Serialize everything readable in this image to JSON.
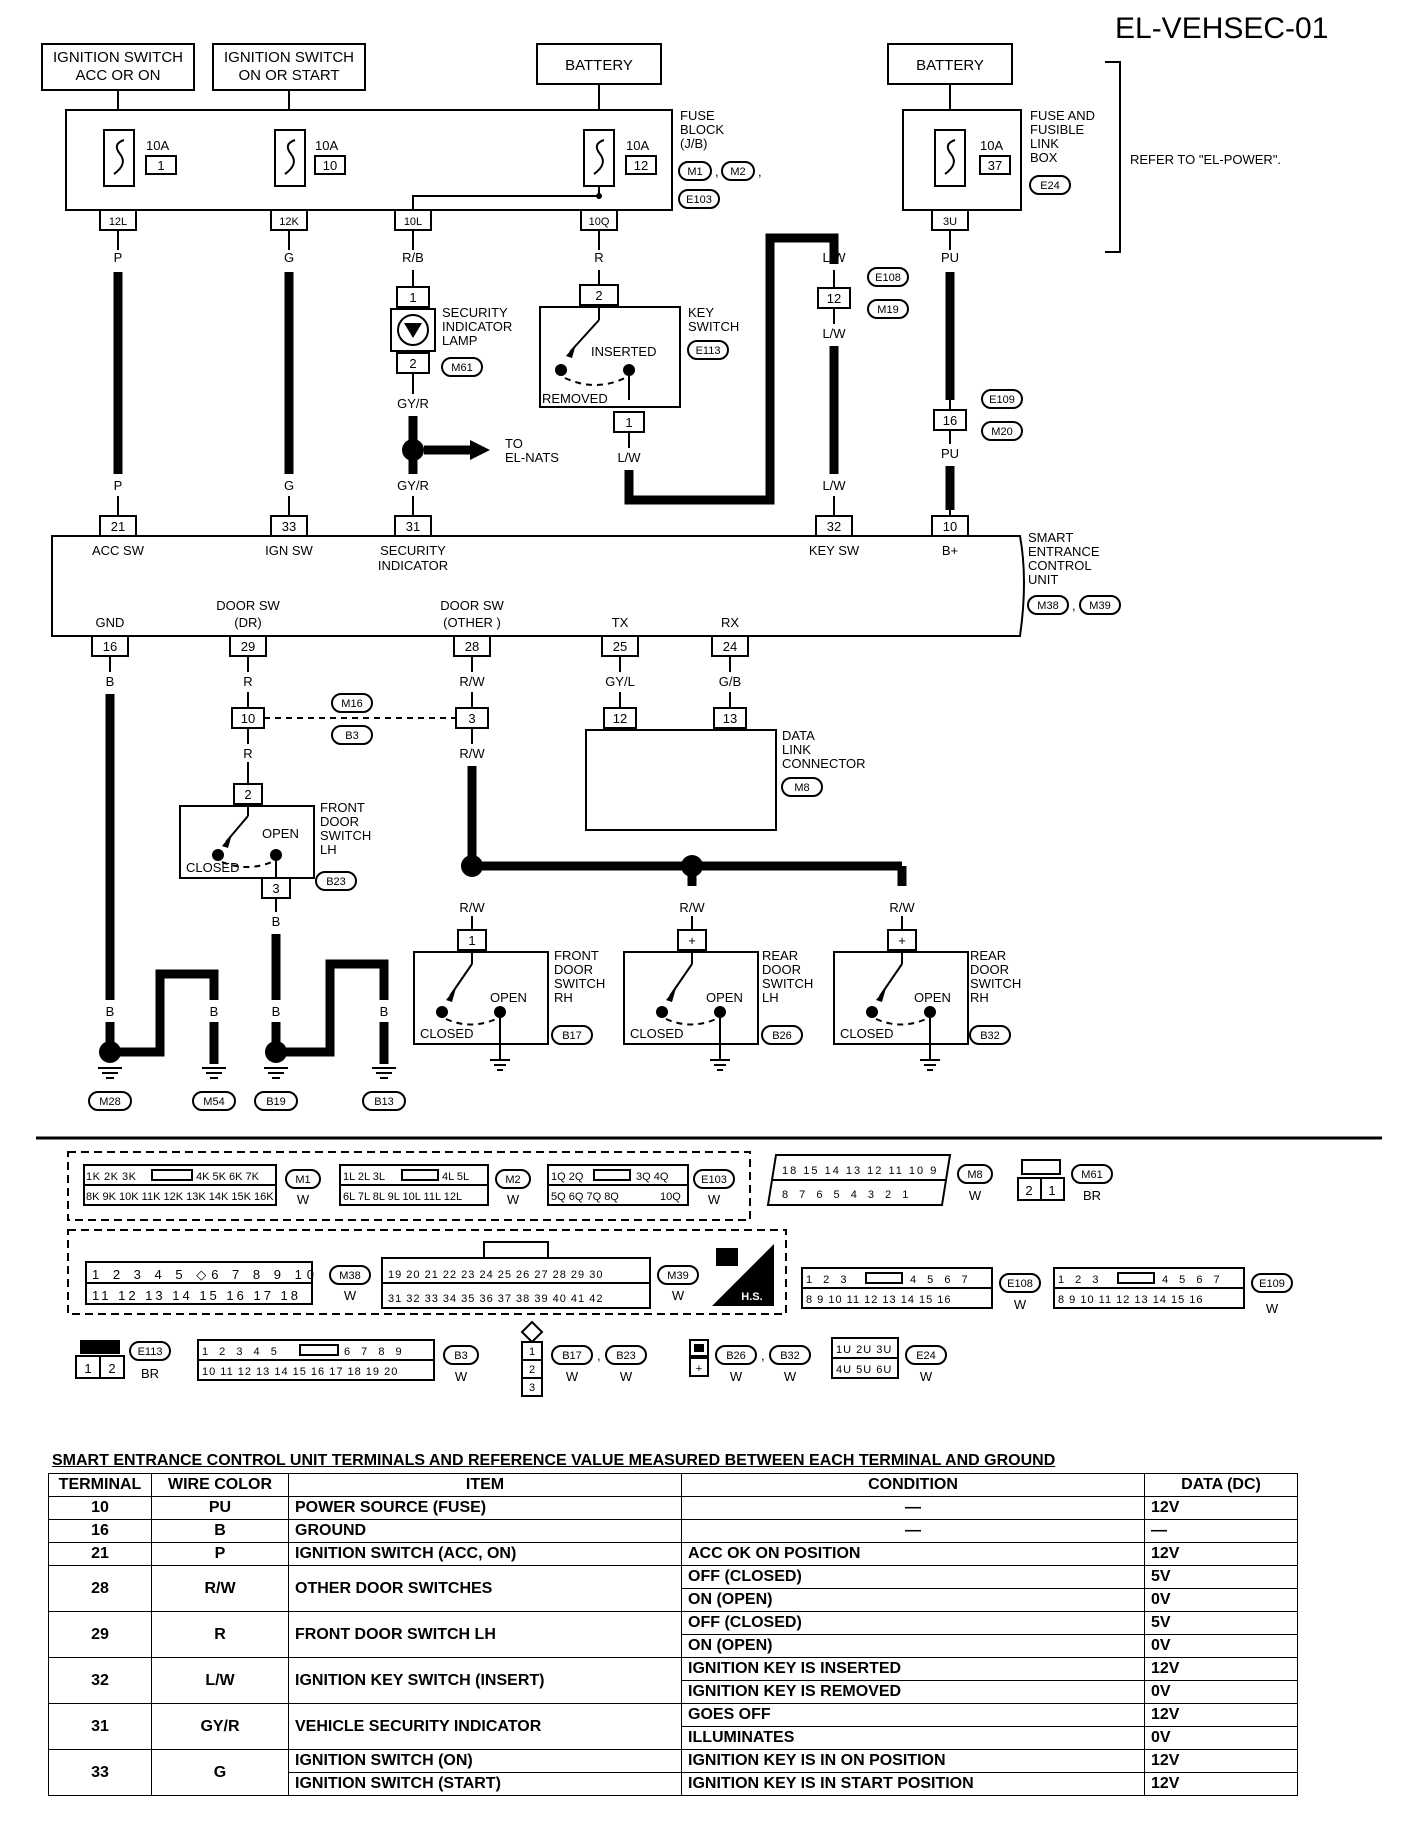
{
  "page_id": "EL-VEHSEC-01",
  "power_sources": {
    "ign_acc": "IGNITION SWITCH ACC OR ON",
    "ign_on": "IGNITION SWITCH ON OR START",
    "battery1": "BATTERY",
    "battery2": "BATTERY"
  },
  "fuses": {
    "f1_amp": "10A",
    "f1_num": "1",
    "f2_amp": "10A",
    "f2_num": "10",
    "f3_amp": "10A",
    "f3_num": "12",
    "f4_amp": "10A",
    "f4_num": "37",
    "fuse_block_label": "FUSE BLOCK (J/B)",
    "fuse_link_label": "FUSE AND FUSIBLE LINK BOX",
    "refer_note": "REFER TO \"EL-POWER\"."
  },
  "connectors": {
    "c12L": "12L",
    "c12K": "12K",
    "c10L": "10L",
    "c10Q": "10Q",
    "c3U": "3U",
    "M1": "M1",
    "M2": "M2",
    "E103": "E103",
    "E24": "E24",
    "E108": "E108",
    "M19": "M19",
    "E109": "E109",
    "M20": "M20",
    "M61": "M61",
    "E113": "E113",
    "M38": "M38",
    "M39": "M39",
    "M16": "M16",
    "B3": "B3",
    "M8": "M8",
    "B23": "B23",
    "B17": "B17",
    "B26": "B26",
    "B32": "B32",
    "M28": "M28",
    "M54": "M54",
    "B19": "B19",
    "B13": "B13"
  },
  "wire_colors": {
    "p": "P",
    "g": "G",
    "rb": "R/B",
    "r": "R",
    "lw": "L/W",
    "pu": "PU",
    "gyr": "GY/R",
    "b": "B",
    "rw": "R/W",
    "gyl": "GY/L",
    "gb": "G/B"
  },
  "components": {
    "security_lamp": "SECURITY INDICATOR LAMP",
    "key_switch": "KEY SWITCH",
    "inserted": "INSERTED",
    "removed": "REMOVED",
    "to_el_nats": "TO EL-NATS",
    "secu": "SMART ENTRANCE CONTROL UNIT",
    "dlc": "DATA LINK CONNECTOR",
    "front_door_lh": "FRONT DOOR SWITCH LH",
    "front_door_rh": "FRONT DOOR SWITCH RH",
    "rear_door_lh": "REAR DOOR SWITCH LH",
    "rear_door_rh": "REAR DOOR SWITCH RH",
    "open": "OPEN",
    "closed": "CLOSED"
  },
  "secu_terminals": {
    "acc_sw": "ACC SW",
    "ign_sw": "IGN SW",
    "security_indicator": "SECURITY INDICATOR",
    "key_sw": "KEY SW",
    "b_plus": "B+",
    "gnd": "GND",
    "door_sw_dr": "DOOR SW (DR)",
    "door_sw_other": "DOOR SW (OTHER )",
    "tx": "TX",
    "rx": "RX"
  },
  "pins": {
    "p21": "21",
    "p33": "33",
    "p31": "31",
    "p32": "32",
    "p10": "10",
    "p16": "16",
    "p29": "29",
    "p28": "28",
    "p25": "25",
    "p24": "24",
    "p12": "12",
    "p13": "13",
    "p1": "1",
    "p2": "2",
    "p3": "3",
    "plus": "+",
    "p16b": "16",
    "p12b": "12",
    "p10b": "10"
  },
  "connector_views": {
    "white": "W",
    "brown": "BR",
    "hs": "H.S."
  },
  "table": {
    "caption": "SMART ENTRANCE CONTROL UNIT TERMINALS AND REFERENCE VALUE MEASURED BETWEEN EACH TERMINAL AND GROUND",
    "headers": [
      "TERMINAL",
      "WIRE COLOR",
      "ITEM",
      "CONDITION",
      "DATA (DC)"
    ],
    "rows": [
      {
        "terminal": "10",
        "wire": "PU",
        "item": "POWER SOURCE (FUSE)",
        "conds": [
          [
            "—",
            "12V"
          ]
        ]
      },
      {
        "terminal": "16",
        "wire": "B",
        "item": "GROUND",
        "conds": [
          [
            "—",
            "—"
          ]
        ]
      },
      {
        "terminal": "21",
        "wire": "P",
        "item": "IGNITION SWITCH (ACC, ON)",
        "conds": [
          [
            "ACC OK ON POSITION",
            "12V"
          ]
        ]
      },
      {
        "terminal": "28",
        "wire": "R/W",
        "item": "OTHER DOOR SWITCHES",
        "conds": [
          [
            "OFF (CLOSED)",
            "5V"
          ],
          [
            "ON (OPEN)",
            "0V"
          ]
        ]
      },
      {
        "terminal": "29",
        "wire": "R",
        "item": "FRONT DOOR SWITCH LH",
        "conds": [
          [
            "OFF (CLOSED)",
            "5V"
          ],
          [
            "ON (OPEN)",
            "0V"
          ]
        ]
      },
      {
        "terminal": "32",
        "wire": "L/W",
        "item": "IGNITION KEY SWITCH (INSERT)",
        "conds": [
          [
            "IGNITION KEY IS INSERTED",
            "12V"
          ],
          [
            "IGNITION KEY IS REMOVED",
            "0V"
          ]
        ]
      },
      {
        "terminal": "31",
        "wire": "GY/R",
        "item": "VEHICLE SECURITY INDICATOR",
        "conds": [
          [
            "GOES OFF",
            "12V"
          ],
          [
            "ILLUMINATES",
            "0V"
          ]
        ]
      },
      {
        "terminal": "33",
        "wire": "G",
        "item": "IGNITION SWITCH (ON)",
        "item2": "IGNITION SWITCH (START)",
        "conds": [
          [
            "IGNITION KEY IS IN ON POSITION",
            "12V"
          ],
          [
            "IGNITION KEY IS IN START POSITION",
            "12V"
          ]
        ]
      }
    ]
  }
}
